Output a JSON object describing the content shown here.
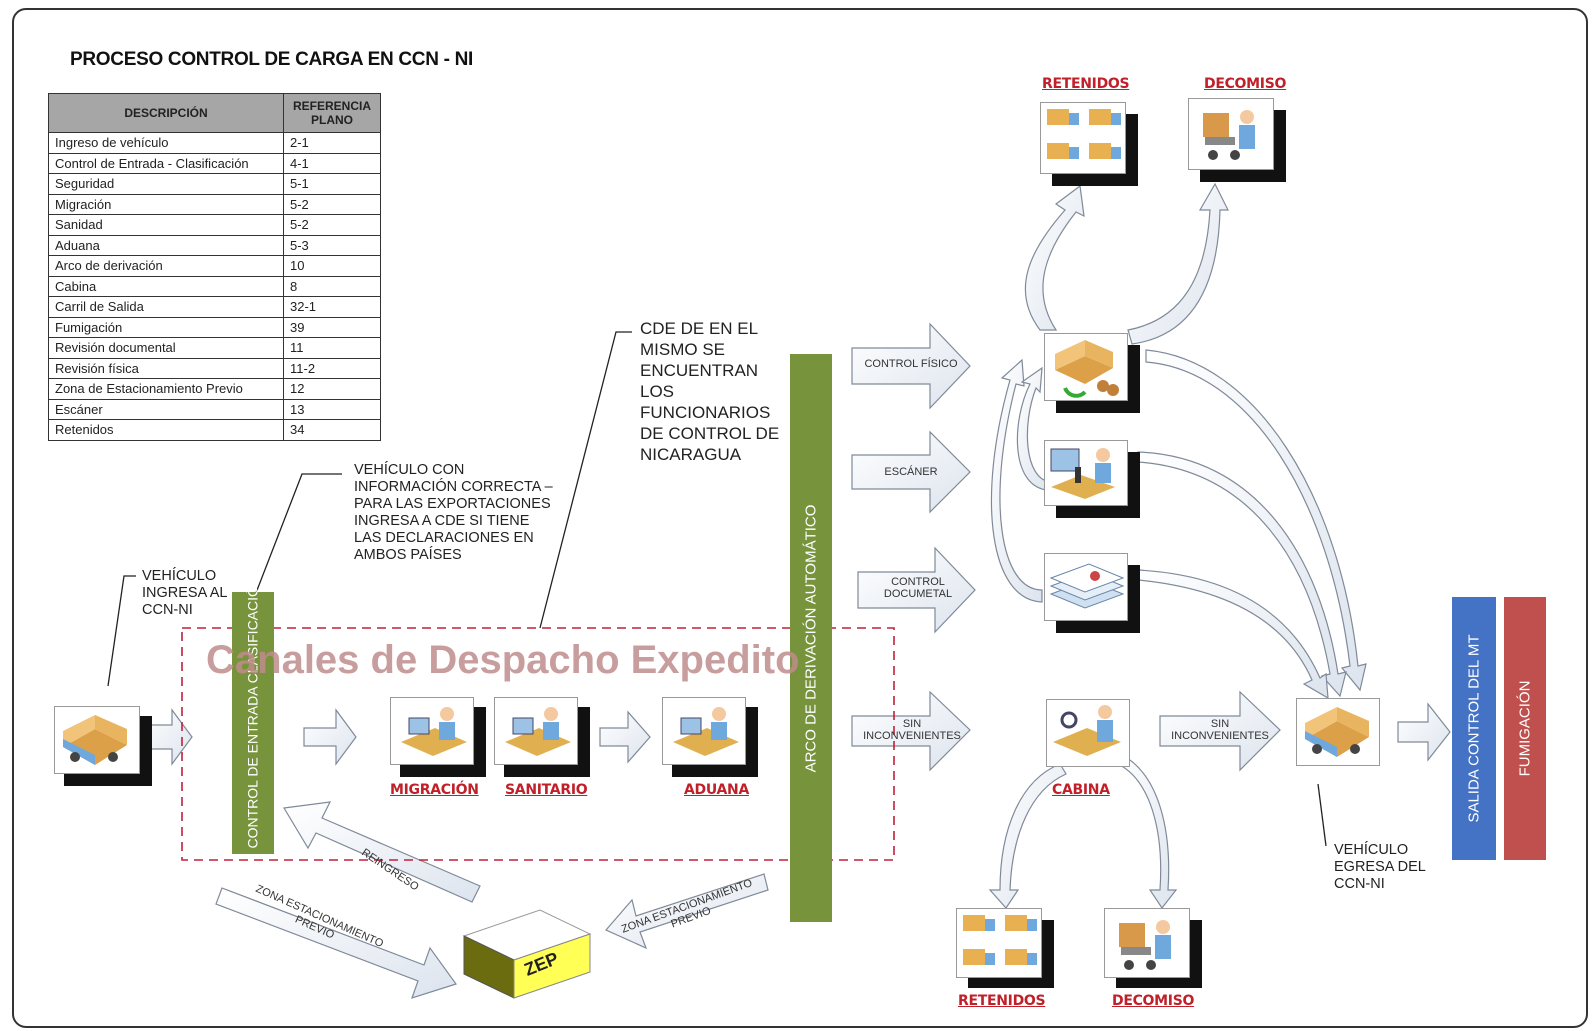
{
  "title": "PROCESO CONTROL DE CARGA EN CCN - NI",
  "table": {
    "header_desc": "DESCRIPCIÓN",
    "header_ref_line1": "REFERENCIA",
    "header_ref_line2": "PLANO",
    "rows": [
      {
        "desc": "Ingreso de vehículo",
        "ref": "2-1"
      },
      {
        "desc": "Control de Entrada - Clasificación",
        "ref": "4-1"
      },
      {
        "desc": "Seguridad",
        "ref": "5-1"
      },
      {
        "desc": "Migración",
        "ref": "5-2"
      },
      {
        "desc": "Sanidad",
        "ref": "5-2"
      },
      {
        "desc": "Aduana",
        "ref": "5-3"
      },
      {
        "desc": "Arco de derivación",
        "ref": "10"
      },
      {
        "desc": "Cabina",
        "ref": "8"
      },
      {
        "desc": "Carril de Salida",
        "ref": "32-1"
      },
      {
        "desc": "Fumigación",
        "ref": "39"
      },
      {
        "desc": "Revisión documental",
        "ref": "11"
      },
      {
        "desc": "Revisión física",
        "ref": "11-2"
      },
      {
        "desc": "Zona de Estacionamiento Previo",
        "ref": "12"
      },
      {
        "desc": "Escáner",
        "ref": "13"
      },
      {
        "desc": "Retenidos",
        "ref": "34"
      }
    ]
  },
  "notes": {
    "vehiculo_ingresa": "VEHÍCULO INGRESA AL CCN-NI",
    "vehiculo_correcta": "VEHÍCULO CON INFORMACIÓN CORRECTA – PARA LAS EXPORTACIONES INGRESA A CDE SI TIENE LAS DECLARACIONES EN AMBOS PAÍSES",
    "cde": "CDE DE EN EL MISMO SE ENCUENTRAN LOS FUNCIONARIOS DE CONTROL DE NICARAGUA",
    "vehiculo_egresa": "VEHÍCULO EGRESA DEL CCN-NI"
  },
  "bars": {
    "control_entrada": "CONTROL DE ENTRADA CLASIFICACIÓN DEL MT",
    "arco": "ARCO DE DERIVACIÓN AUTOMÁTICO",
    "salida": "SALIDA CONTROL DEL MT",
    "fumigacion": "FUMIGACIÓN"
  },
  "canales": "Canales de Despacho Expedito",
  "labels": {
    "migracion": "MIGRACIÓN",
    "sanitario": "SANITARIO",
    "aduana": "ADUANA",
    "cabina": "CABINA",
    "retenidos_top": "RETENIDOS",
    "decomiso_top": "DECOMISO",
    "retenidos_bottom": "RETENIDOS",
    "decomiso_bottom": "DECOMISO"
  },
  "arrow_labels": {
    "control_fisico": "CONTROL FÍSICO",
    "escaner": "ESCÁNER",
    "control_documetal": "CONTROL DOCUMETAL",
    "sin_inconvenientes_1": "SIN INCONVENIENTES",
    "sin_inconvenientes_2": "SIN INCONVENIENTES",
    "reingreso": "REINGRESO",
    "zona_est_1": "ZONA ESTACIONAMIENTO PREVIO",
    "zona_est_2": "ZONA ESTACIONAMIENTO PREVIO"
  },
  "zep": "ZEP",
  "colors": {
    "green": "#77933c",
    "blue": "#4472c4",
    "red": "#c0504d",
    "label_red": "#c0202a",
    "arrow_fill": "#eef2f7",
    "arrow_stroke": "#7f8a99",
    "zep_top": "#ffff66"
  }
}
